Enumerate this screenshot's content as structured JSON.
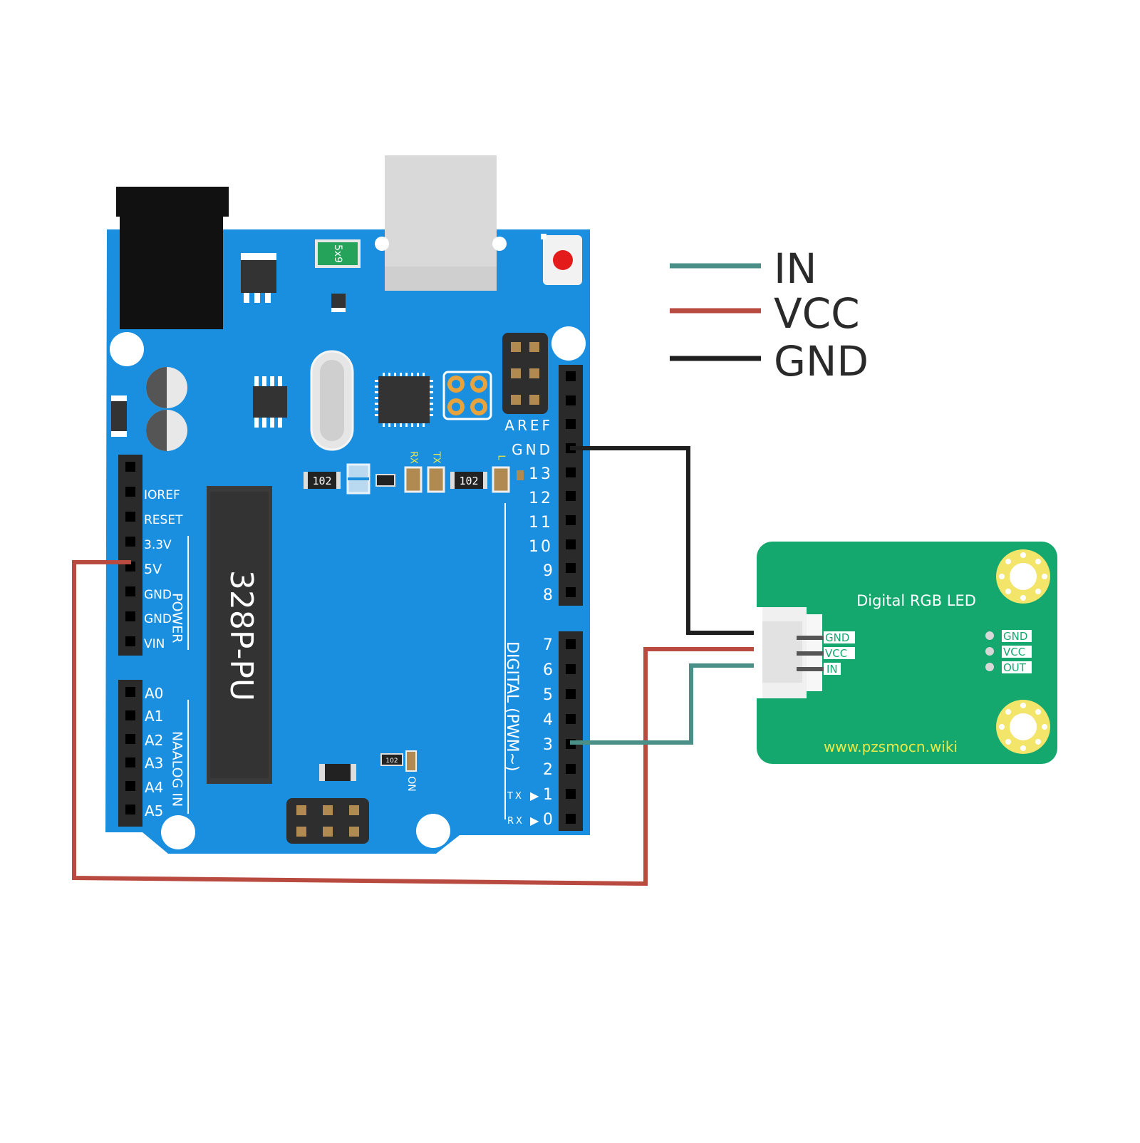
{
  "legend": [
    {
      "label": "IN",
      "color": "#4a8f88"
    },
    {
      "label": "VCC",
      "color": "#b94a40"
    },
    {
      "label": "GND",
      "color": "#1f1f1f"
    }
  ],
  "arduino": {
    "chip_label": "328P-PU",
    "crystal_label": "5x9",
    "resistor_label": "102",
    "led_labels": {
      "rx": "RX",
      "tx": "TX",
      "l": "L",
      "on": "ON"
    },
    "top_header_labels": [
      "AREF",
      "GND",
      "13",
      "12",
      "11",
      "10",
      "9",
      "8"
    ],
    "low_header_labels": [
      "7",
      "6",
      "5",
      "4",
      "3",
      "2",
      "1",
      "0"
    ],
    "tx_label": "TX",
    "rx_label": "RX",
    "digital_label": "DIGITAL  (PWM~)",
    "power_pins": [
      "IOREF",
      "RESET",
      "3.3V",
      "5V",
      "GND",
      "GND",
      "VIN"
    ],
    "power_label": "POWER",
    "analog_pins": [
      "A0",
      "A1",
      "A2",
      "A3",
      "A4",
      "A5"
    ],
    "analog_label": "NAALOG IN"
  },
  "module": {
    "title": "Digital RGB LED",
    "connector_pins": [
      "GND",
      "VCC",
      "IN"
    ],
    "output_pins": [
      "GND",
      "VCC",
      "OUT"
    ],
    "url": "www.pzsmocn.wiki"
  },
  "colors": {
    "board_blue": "#1a8fe0",
    "module_green": "#14a86e",
    "wire_in": "#4a8f88",
    "wire_vcc": "#b94a40",
    "wire_gnd": "#1f1f1f"
  }
}
